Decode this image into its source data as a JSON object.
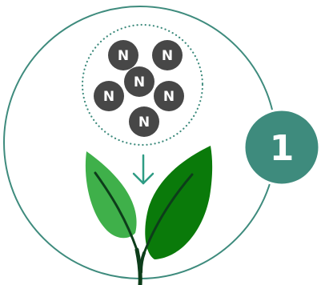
{
  "badge": {
    "number": "1"
  },
  "nitrogen": {
    "atoms": [
      "N",
      "N",
      "N",
      "N",
      "N",
      "N"
    ]
  },
  "colors": {
    "outer_ring": "#3e8b7d",
    "cluster_ring": "#3e8b7d",
    "atom_fill": "#474747",
    "arrow": "#2e9c84",
    "badge_fill": "#3e8b7d",
    "leaf_light": "#3fb04a",
    "leaf_dark": "#0a7a0a",
    "stem": "#0d3d1a"
  }
}
